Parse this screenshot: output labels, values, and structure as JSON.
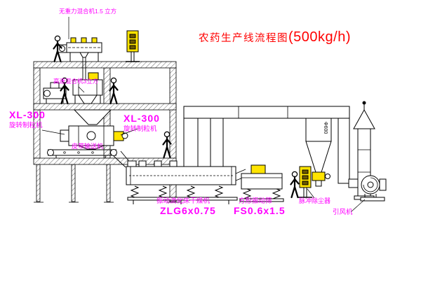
{
  "title": {
    "text": "农药生产线流程图",
    "capacity": "(500kg/h)"
  },
  "labels": {
    "gravity_free_mixer": "无重力混合机1.5 立方",
    "high_speed_mixer": "高速混合机3立方",
    "granulator_left": {
      "model": "XL-300",
      "name": "旋转制粒机"
    },
    "granulator_center": {
      "model": "XL-300",
      "name": "旋转制粒机"
    },
    "belt_conveyor": "皮带输送机",
    "fluid_bed_dryer": {
      "name": "振动流化床干燥机",
      "model": "ZLG6x0.75"
    },
    "vibrating_screen": {
      "name": "方形振动筛",
      "model": "FS0.6x1.5"
    },
    "dust_collector": "脉冲除尘器",
    "induced_draft_fan": "引风机",
    "cyclone_diameter": "Φ600"
  },
  "colors": {
    "line": "#000000",
    "label_text": "#ff00ff",
    "title_text": "#ff0000",
    "equipment_highlight": "#ffe400",
    "background": "#ffffff"
  }
}
